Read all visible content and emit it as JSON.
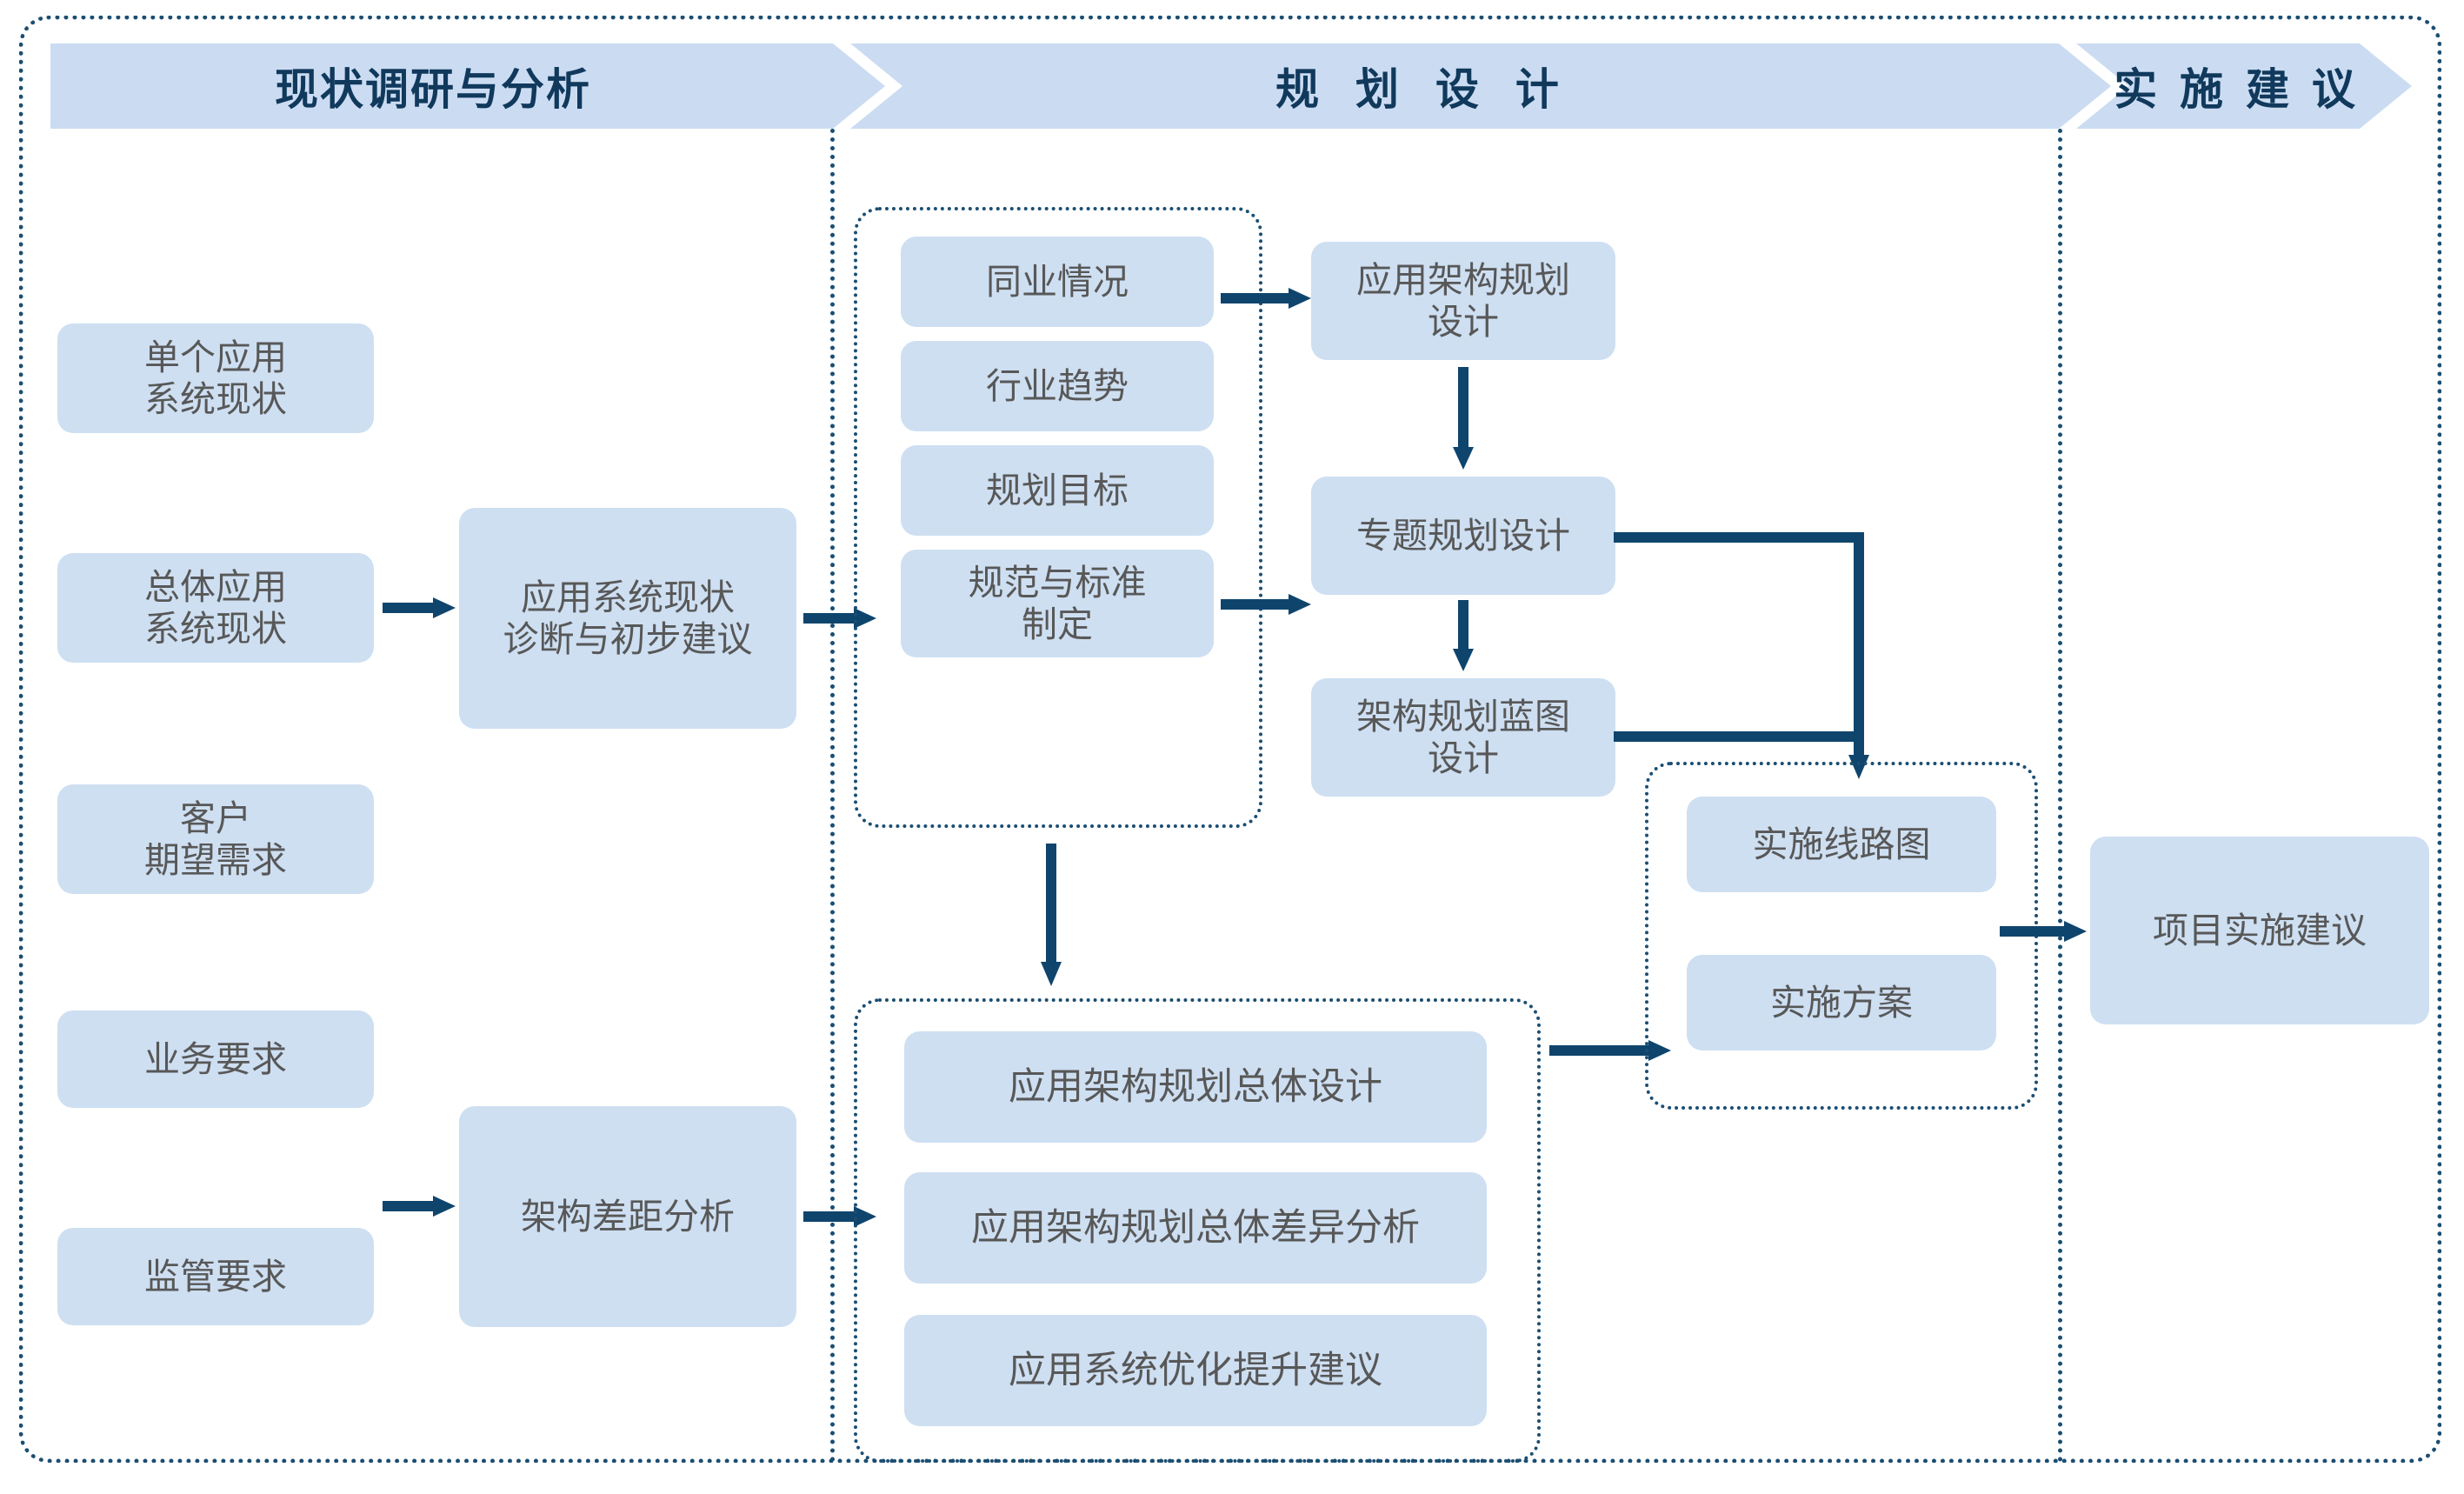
{
  "diagram": {
    "title_phases": [
      {
        "id": "phase-current-state",
        "label": "现状调研与分析"
      },
      {
        "id": "phase-planning-design",
        "label": "规 划 设 计"
      },
      {
        "id": "phase-implementation-advice",
        "label": "实 施 建 议"
      }
    ],
    "colors": {
      "node_fill": "#cedff2",
      "banner_fill": "#cbdcf2",
      "banner_text": "#10395c",
      "node_text": "#585858",
      "connector": "#0f456d",
      "dotted_border": "#1b4e72",
      "page_background": "#ffffff"
    },
    "inputs": [
      {
        "id": "input-single-app-status",
        "label": "单个应用\n系统现状"
      },
      {
        "id": "input-overall-app-status",
        "label": "总体应用\n系统现状"
      },
      {
        "id": "input-customer-needs",
        "label": "客户\n期望需求"
      },
      {
        "id": "input-business-req",
        "label": "业务要求"
      },
      {
        "id": "input-regulatory-req",
        "label": "监管要求"
      }
    ],
    "analysis": [
      {
        "id": "node-diagnosis",
        "label": "应用系统现状\n诊断与初步建议"
      },
      {
        "id": "node-gap-analysis",
        "label": "架构差距分析"
      }
    ],
    "planning_inputs_group": {
      "id": "group-planning-inputs",
      "items": [
        {
          "id": "node-peer-situation",
          "label": "同业情况"
        },
        {
          "id": "node-industry-trend",
          "label": "行业趋势"
        },
        {
          "id": "node-planning-goal",
          "label": "规划目标"
        },
        {
          "id": "node-standards",
          "label": "规范与标准\n制定"
        }
      ]
    },
    "planning_chain": [
      {
        "id": "node-app-arch-plan-design",
        "label": "应用架构规划\n设计"
      },
      {
        "id": "node-topic-plan-design",
        "label": "专题规划设计"
      },
      {
        "id": "node-arch-blueprint-design",
        "label": "架构规划蓝图\n设计"
      }
    ],
    "overall_design_group": {
      "id": "group-overall-design",
      "items": [
        {
          "id": "node-overall-arch-design",
          "label": "应用架构规划总体设计"
        },
        {
          "id": "node-overall-gap-analysis",
          "label": "应用架构规划总体差异分析"
        },
        {
          "id": "node-optimization-advice",
          "label": "应用系统优化提升建议"
        }
      ]
    },
    "implementation_group": {
      "id": "group-implementation",
      "items": [
        {
          "id": "node-impl-roadmap",
          "label": "实施线路图"
        },
        {
          "id": "node-impl-plan",
          "label": "实施方案"
        }
      ]
    },
    "output": {
      "id": "node-project-impl-advice",
      "label": "项目实施建议"
    }
  }
}
